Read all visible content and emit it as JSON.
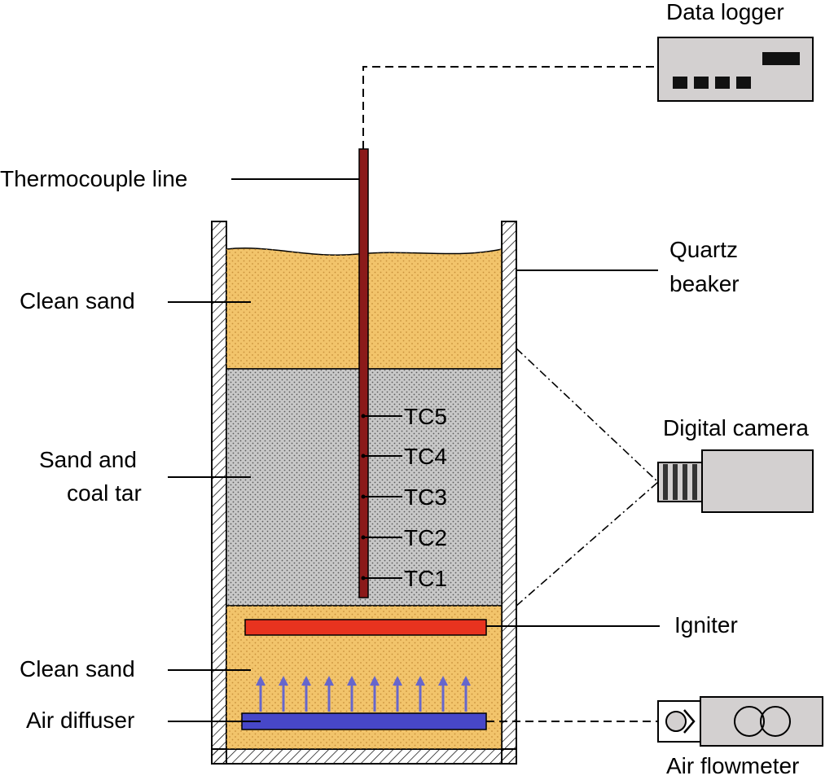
{
  "labels": {
    "data_logger": "Data logger",
    "thermocouple_line": "Thermocouple line",
    "quartz_beaker_1": "Quartz",
    "quartz_beaker_2": "beaker",
    "clean_sand_top": "Clean sand",
    "sand_coal_tar_1": "Sand and",
    "sand_coal_tar_2": "coal tar",
    "digital_camera": "Digital camera",
    "igniter": "Igniter",
    "clean_sand_bottom": "Clean sand",
    "air_diffuser": "Air diffuser",
    "air_flowmeter": "Air flowmeter"
  },
  "thermocouples": [
    "TC5",
    "TC4",
    "TC3",
    "TC2",
    "TC1"
  ],
  "colors": {
    "sand": "#f2c46b",
    "sand_dots": "#c7903a",
    "tar_mix": "#c8c8c8",
    "tar_dots": "#6a6a6a",
    "thermocouple": "#8b1a1a",
    "igniter": "#e8331f",
    "diffuser": "#4747c8",
    "arrows": "#6666cc",
    "device": "#d3d0d0"
  }
}
